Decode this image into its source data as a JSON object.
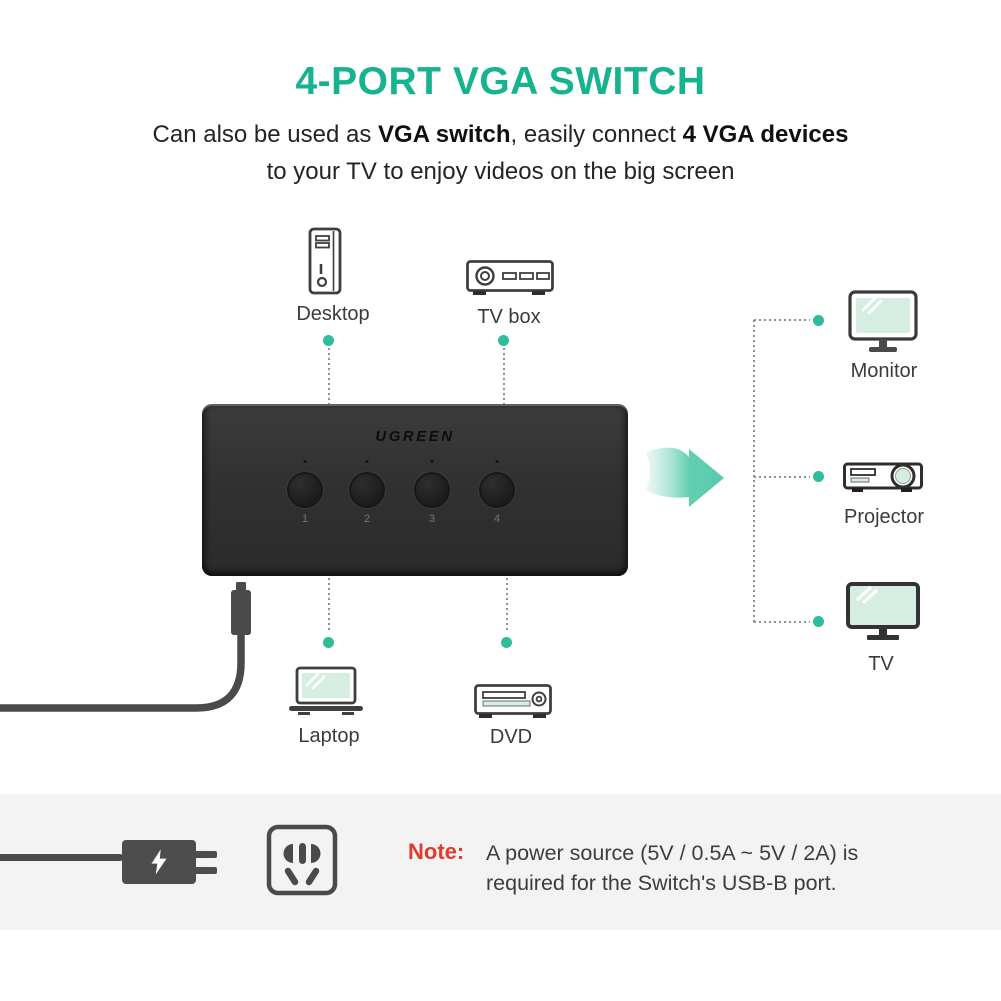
{
  "title": "4-PORT VGA SWITCH",
  "subtitle": {
    "seg1": "Can also be used as ",
    "seg2": "VGA switch",
    "seg3": ", easily connect ",
    "seg4": "4 VGA devices",
    "line2": "to your TV to enjoy videos on the big screen"
  },
  "device": {
    "brand": "UGREEN",
    "buttons": [
      "1",
      "2",
      "3",
      "4"
    ]
  },
  "inputs": {
    "desktop": "Desktop",
    "tv_box": "TV box",
    "laptop": "Laptop",
    "dvd": "DVD"
  },
  "outputs": {
    "monitor": "Monitor",
    "projector": "Projector",
    "tv": "TV"
  },
  "note": {
    "label": "Note:",
    "line1": "A power source (5V / 0.5A ~ 5V / 2A) is",
    "line2": "required for the Switch's USB-B port."
  },
  "icons": {
    "desktop": "desktop-tower-icon",
    "tv_box": "tv-box-icon",
    "laptop": "laptop-icon",
    "dvd": "dvd-player-icon",
    "monitor": "monitor-icon",
    "projector": "projector-icon",
    "tv": "tv-icon",
    "arrow": "arrow-right-icon",
    "adapter": "power-adapter-icon",
    "bolt": "lightning-bolt-icon",
    "socket": "wall-socket-icon",
    "cable": "usb-cable"
  },
  "colors": {
    "accent_teal": "#17b390",
    "dot_green": "#2fbc9b",
    "screen_mint": "#d6ede2",
    "note_red": "#e23b2e",
    "device_black": "#313131",
    "band_gray": "#f3f3f3",
    "icon_stroke": "#3f3f3f"
  }
}
